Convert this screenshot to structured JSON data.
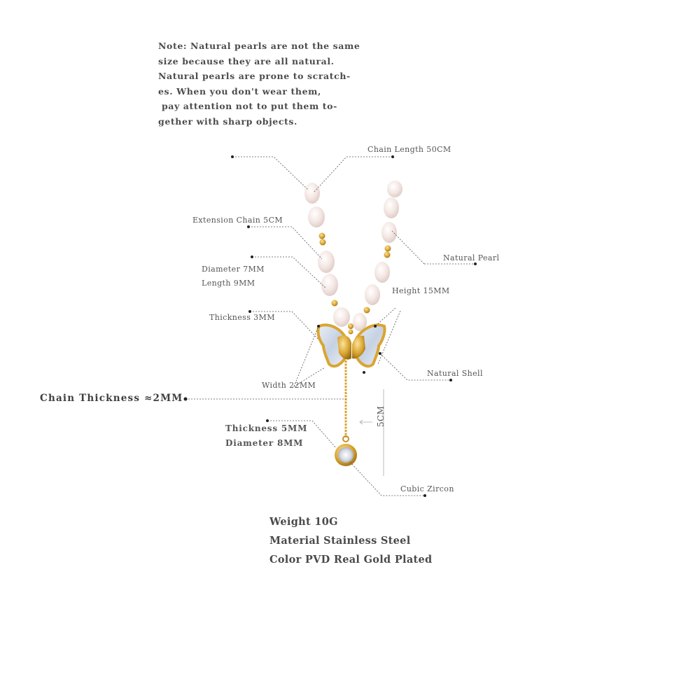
{
  "note": {
    "lines": [
      "Note: Natural pearls are not the same",
      "size because they are all natural.",
      "Natural pearls are prone to scratch-",
      "es. When you don't wear them,",
      " pay attention not to put them to-",
      "gether with sharp objects."
    ]
  },
  "callouts": {
    "chain_length": "Chain Length 50CM",
    "extension_chain": "Extension Chain 5CM",
    "natural_pearl": "Natural Pearl",
    "pearl_diameter": "Diameter 7MM",
    "pearl_length": "Length 9MM",
    "butterfly_height": "Height 15MM",
    "butterfly_thickness": "Thickness 3MM",
    "natural_shell": "Natural Shell",
    "butterfly_width": "Width 22MM",
    "chain_thickness": "Chain Thickness  ≈2MM",
    "pendant_thickness": "Thickness 5MM",
    "pendant_diameter": "Diameter 8MM",
    "drop_length": "5CM",
    "cubic_zircon": "Cubic Zircon"
  },
  "specs": {
    "weight": "Weight 10G",
    "material": "Material Stainless Steel",
    "color": "Color PVD Real Gold Plated"
  },
  "colors": {
    "gold": "#d9a531",
    "pearl": "#f6ece8",
    "shell": "#cfd8e6",
    "leader": "#555555",
    "text": "#4a4a4a"
  }
}
